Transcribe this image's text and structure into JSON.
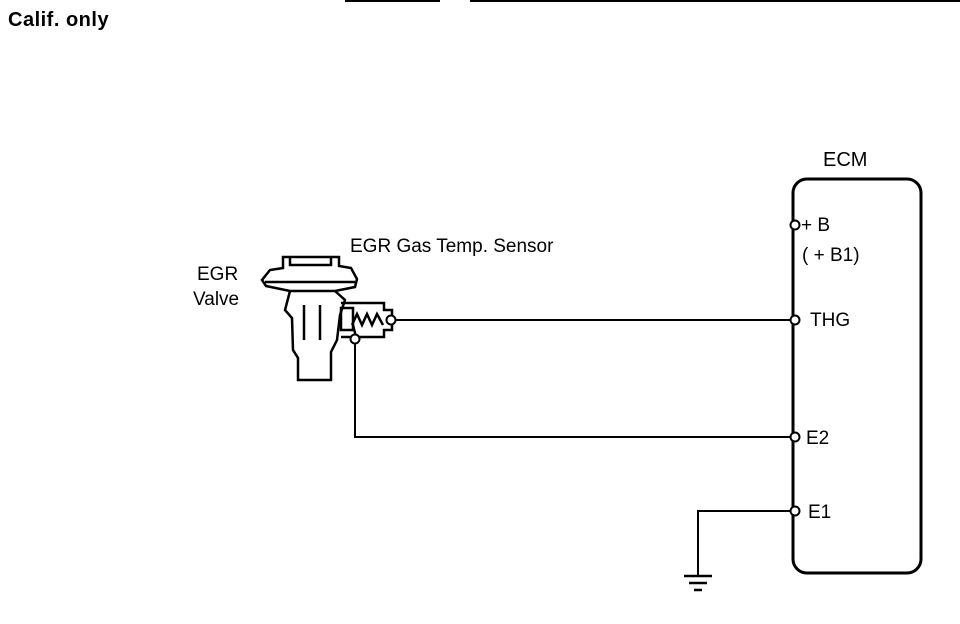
{
  "header": {
    "note": "Calif. only"
  },
  "ecm": {
    "title": "ECM",
    "pins": {
      "b": "+ B",
      "b1": "( + B1)",
      "thg": "THG",
      "e2": "E2",
      "e1": "E1"
    }
  },
  "sensor": {
    "title": "EGR Gas Temp. Sensor"
  },
  "valve": {
    "line1": "EGR",
    "line2": "Valve"
  },
  "colors": {
    "ink": "#000000",
    "paper": "#ffffff"
  }
}
